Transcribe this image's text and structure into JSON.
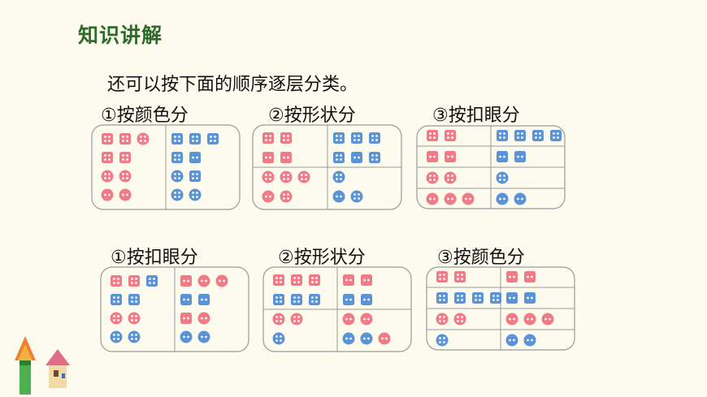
{
  "title": "知识讲解",
  "intro": "还可以按下面的顺序逐层分类。",
  "colors": {
    "red": "#f07a85",
    "blue": "#5a93d6",
    "border": "#9a9a9a",
    "title": "#2e6b2b"
  },
  "panels": [
    {
      "label": "①按颜色分",
      "layout": "cols",
      "cells": [
        [
          "rs4",
          "rs4",
          "rc4",
          "",
          "rs4",
          "rs4",
          "",
          "rc4",
          "rc4",
          "",
          "rc2",
          "rc2"
        ],
        [
          "bs4",
          "bs4",
          "bs4",
          "",
          "bs4",
          "bs2",
          "",
          "bc4",
          "bs4",
          "",
          "bc4",
          "bc4"
        ]
      ]
    },
    {
      "label": "②按形状分",
      "layout": "grid2",
      "cells": [
        [
          "rs4",
          "rs4",
          "",
          "rs2",
          "rs2"
        ],
        [
          "bs4",
          "bs4",
          "bs4",
          "",
          "bs4",
          "bs2",
          "bs4"
        ],
        [
          "rc4",
          "rc4",
          "rc4",
          "",
          "rc2",
          "rc4"
        ],
        [
          "bc4",
          "",
          "bc2",
          "bc4"
        ]
      ]
    },
    {
      "label": "③按扣眼分",
      "layout": "grid4",
      "cells": [
        [
          "rs4",
          "rs4"
        ],
        [
          "bs4",
          "bs4",
          "bs4",
          "bs4"
        ],
        [
          "rs2",
          "rs2"
        ],
        [
          "bs2",
          "bs2"
        ],
        [
          "rc4",
          "rc4"
        ],
        [
          "bc4"
        ],
        [
          "rc2",
          "rc2",
          "rc2"
        ],
        [
          "bc2",
          "bc2"
        ]
      ]
    },
    {
      "label": "①按扣眼分",
      "layout": "cols",
      "cells": [
        [
          "rs4",
          "rs4",
          "bs4",
          "",
          "bs4",
          "bs4",
          "",
          "rc4",
          "rc4",
          "",
          "bc4",
          "bc4"
        ],
        [
          "rs2",
          "rc2",
          "rc2",
          "",
          "bs2",
          "bs2",
          "",
          "rs2",
          "rc2",
          "",
          "bc2",
          "bc2"
        ]
      ]
    },
    {
      "label": "②按形状分",
      "layout": "grid2",
      "cells": [
        [
          "rs4",
          "rs4",
          "rs4",
          "",
          "bs4",
          "bs4",
          "bs4"
        ],
        [
          "rs2",
          "rs2",
          "",
          "bs2",
          "bs2"
        ],
        [
          "rc4",
          "rc4",
          "",
          "bc4"
        ],
        [
          "rc2",
          "rc2",
          "",
          "bc2",
          "bc2",
          "rc2"
        ]
      ]
    },
    {
      "label": "③按颜色分",
      "layout": "grid4",
      "cells": [
        [
          "rs4",
          "rs4"
        ],
        [
          "rs2",
          "rs2"
        ],
        [
          "bs4",
          "bs4",
          "bs4",
          "bs4"
        ],
        [
          "bs2",
          "bs2"
        ],
        [
          "rc4",
          "rc4"
        ],
        [
          "rc2",
          "rc2",
          "rc2"
        ],
        [
          "bc4"
        ],
        [
          "bc2",
          "bc2"
        ]
      ]
    }
  ]
}
